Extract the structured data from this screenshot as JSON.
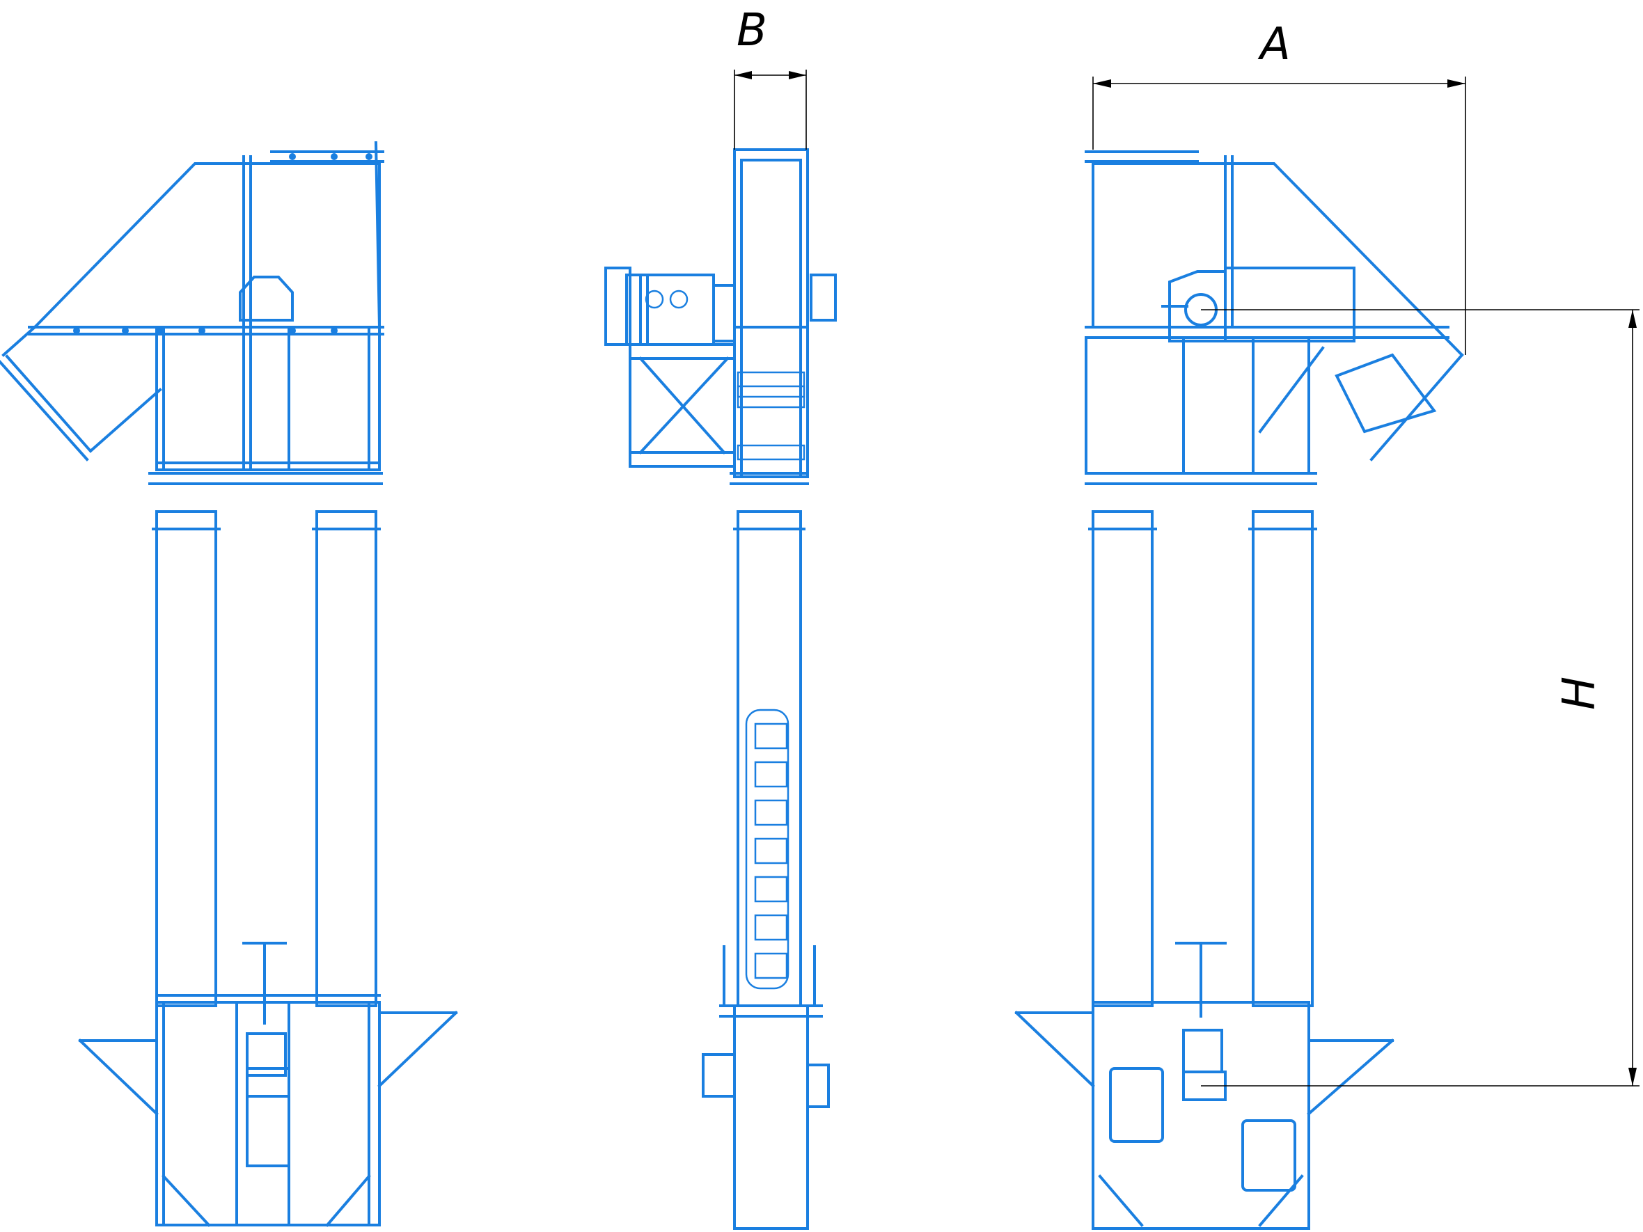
{
  "dimensions": {
    "width_label": "B",
    "length_label": "A",
    "height_label": "H"
  },
  "colors": {
    "line": "#1a7fe0",
    "dimension": "#000000",
    "background": "#ffffff"
  },
  "views": [
    "front-view",
    "side-view",
    "rear-view"
  ]
}
